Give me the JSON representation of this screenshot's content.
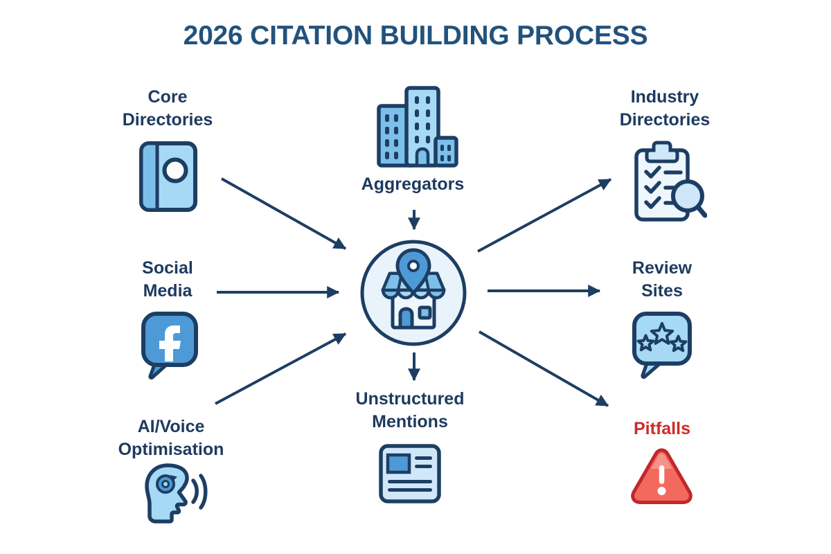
{
  "title": "2026 CITATION BUILDING PROCESS",
  "colors": {
    "title_color": "#22527c",
    "label_color": "#1d3a5f",
    "arrow_color": "#1d3e63",
    "navy": "#1d3e63",
    "light_blue": "#a6d9f4",
    "mid_blue": "#4e9ad6",
    "sky_blue": "#7cc0ea",
    "pale_blue": "#eef7fd",
    "soft_blue": "#cfe7f8",
    "hub_fill": "#e9f3fb",
    "red_text": "#ce2b26",
    "red_fill": "#f4695e",
    "red_border": "#c1272d",
    "red_highlight": "#f7928a"
  },
  "hub": {
    "icon": "storefront-location-pin-icon",
    "description": "business listing hub"
  },
  "nodes": {
    "core_directories": {
      "line1": "Core",
      "line2": "Directories",
      "icon": "address-book-icon",
      "flow": "into-hub"
    },
    "aggregators": {
      "line1": "Aggregators",
      "line2": "",
      "icon": "office-buildings-icon",
      "flow": "into-hub"
    },
    "industry_directories": {
      "line1": "Industry",
      "line2": "Directories",
      "icon": "checklist-magnifier-icon",
      "flow": "from-hub"
    },
    "social_media": {
      "line1": "Social",
      "line2": "Media",
      "icon": "facebook-speech-bubble-icon",
      "flow": "into-hub"
    },
    "review_sites": {
      "line1": "Review",
      "line2": "Sites",
      "icon": "star-review-bubble-icon",
      "flow": "from-hub"
    },
    "ai_voice": {
      "line1": "AI/Voice",
      "line2": "Optimisation",
      "icon": "voice-head-icon",
      "flow": "into-hub"
    },
    "unstructured_mentions": {
      "line1": "Unstructured",
      "line2": "Mentions",
      "icon": "news-article-icon",
      "flow": "from-hub"
    },
    "pitfalls": {
      "line1": "Pitfalls",
      "line2": "",
      "icon": "warning-triangle-icon",
      "flow": "from-hub"
    }
  },
  "connections": [
    {
      "from": "core_directories",
      "to": "hub"
    },
    {
      "from": "aggregators",
      "to": "hub"
    },
    {
      "from": "hub",
      "to": "industry_directories"
    },
    {
      "from": "social_media",
      "to": "hub"
    },
    {
      "from": "hub",
      "to": "review_sites"
    },
    {
      "from": "ai_voice",
      "to": "hub"
    },
    {
      "from": "hub",
      "to": "unstructured_mentions"
    },
    {
      "from": "hub",
      "to": "pitfalls"
    }
  ]
}
